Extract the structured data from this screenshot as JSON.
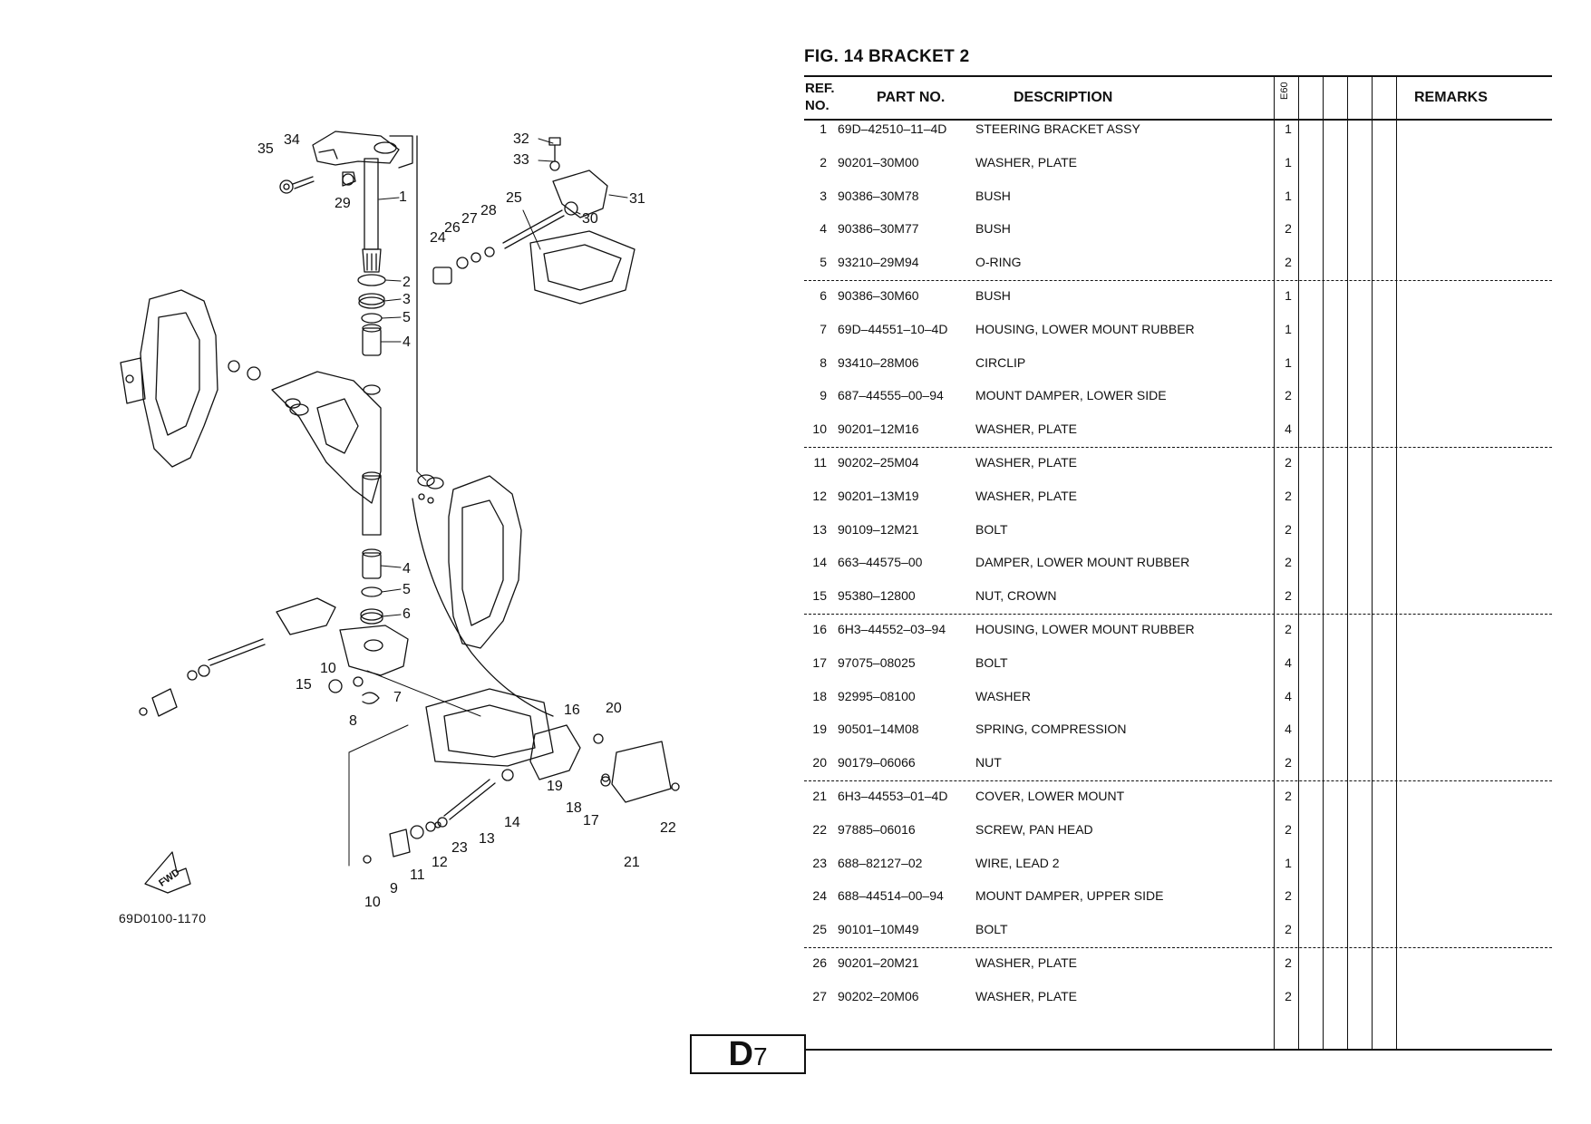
{
  "figure": {
    "title": "FIG.  14   BRACKET 2",
    "drawing_code": "69D0100-1170",
    "fwd_label": "FWD",
    "page_letter": "D",
    "page_number": "7"
  },
  "table": {
    "headers": {
      "ref_line1": "REF.",
      "ref_line2": "NO.",
      "part_no": "PART NO.",
      "description": "DESCRIPTION",
      "model": "E60",
      "remarks": "REMARKS"
    },
    "rows": [
      {
        "ref": "1",
        "part": "69D–42510–11–4D",
        "desc": "STEERING BRACKET ASSY",
        "qty": "1"
      },
      {
        "ref": "2",
        "part": "90201–30M00",
        "desc": "WASHER, PLATE",
        "qty": "1"
      },
      {
        "ref": "3",
        "part": "90386–30M78",
        "desc": "BUSH",
        "qty": "1"
      },
      {
        "ref": "4",
        "part": "90386–30M77",
        "desc": "BUSH",
        "qty": "2"
      },
      {
        "ref": "5",
        "part": "93210–29M94",
        "desc": "O-RING",
        "qty": "2"
      },
      {
        "ref": "6",
        "part": "90386–30M60",
        "desc": "BUSH",
        "qty": "1"
      },
      {
        "ref": "7",
        "part": "69D–44551–10–4D",
        "desc": "HOUSING, LOWER MOUNT RUBBER",
        "qty": "1"
      },
      {
        "ref": "8",
        "part": "93410–28M06",
        "desc": "CIRCLIP",
        "qty": "1"
      },
      {
        "ref": "9",
        "part": "687–44555–00–94",
        "desc": "MOUNT DAMPER, LOWER SIDE",
        "qty": "2"
      },
      {
        "ref": "10",
        "part": "90201–12M16",
        "desc": "WASHER, PLATE",
        "qty": "4"
      },
      {
        "ref": "11",
        "part": "90202–25M04",
        "desc": "WASHER, PLATE",
        "qty": "2"
      },
      {
        "ref": "12",
        "part": "90201–13M19",
        "desc": "WASHER, PLATE",
        "qty": "2"
      },
      {
        "ref": "13",
        "part": "90109–12M21",
        "desc": "BOLT",
        "qty": "2"
      },
      {
        "ref": "14",
        "part": "663–44575–00",
        "desc": "DAMPER, LOWER MOUNT RUBBER",
        "qty": "2"
      },
      {
        "ref": "15",
        "part": "95380–12800",
        "desc": "NUT, CROWN",
        "qty": "2"
      },
      {
        "ref": "16",
        "part": "6H3–44552–03–94",
        "desc": "HOUSING, LOWER MOUNT RUBBER",
        "qty": "2"
      },
      {
        "ref": "17",
        "part": "97075–08025",
        "desc": "BOLT",
        "qty": "4"
      },
      {
        "ref": "18",
        "part": "92995–08100",
        "desc": "WASHER",
        "qty": "4"
      },
      {
        "ref": "19",
        "part": "90501–14M08",
        "desc": "SPRING, COMPRESSION",
        "qty": "4"
      },
      {
        "ref": "20",
        "part": "90179–06066",
        "desc": "NUT",
        "qty": "2"
      },
      {
        "ref": "21",
        "part": "6H3–44553–01–4D",
        "desc": "COVER, LOWER MOUNT",
        "qty": "2"
      },
      {
        "ref": "22",
        "part": "97885–06016",
        "desc": "SCREW, PAN HEAD",
        "qty": "2"
      },
      {
        "ref": "23",
        "part": "688–82127–02",
        "desc": "WIRE, LEAD 2",
        "qty": "1"
      },
      {
        "ref": "24",
        "part": "688–44514–00–94",
        "desc": "MOUNT DAMPER, UPPER SIDE",
        "qty": "2"
      },
      {
        "ref": "25",
        "part": "90101–10M49",
        "desc": "BOLT",
        "qty": "2"
      },
      {
        "ref": "26",
        "part": "90201–20M21",
        "desc": "WASHER, PLATE",
        "qty": "2"
      },
      {
        "ref": "27",
        "part": "90202–20M06",
        "desc": "WASHER, PLATE",
        "qty": "2"
      }
    ]
  },
  "callouts": {
    "c1": "1",
    "c2": "2",
    "c3": "3",
    "c4a": "4",
    "c4b": "4",
    "c5a": "5",
    "c5b": "5",
    "c6": "6",
    "c7": "7",
    "c8": "8",
    "c9": "9",
    "c10a": "10",
    "c10b": "10",
    "c11": "11",
    "c12": "12",
    "c13": "13",
    "c14": "14",
    "c15": "15",
    "c16": "16",
    "c17": "17",
    "c18": "18",
    "c19": "19",
    "c20": "20",
    "c21": "21",
    "c22": "22",
    "c23": "23",
    "c24": "24",
    "c25": "25",
    "c26": "26",
    "c27": "27",
    "c28": "28",
    "c29": "29",
    "c30": "30",
    "c31": "31",
    "c32": "32",
    "c33": "33",
    "c34": "34",
    "c35": "35"
  }
}
